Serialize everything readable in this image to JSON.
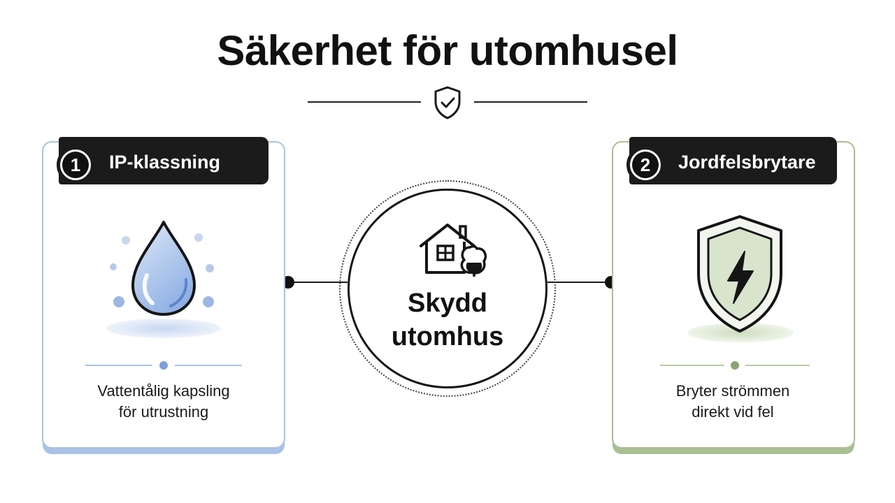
{
  "title": "Säkerhet för utomhusel",
  "center": {
    "line1": "Skydd",
    "line2": "utomhus"
  },
  "cards": [
    {
      "number": "1",
      "label": "IP-klassning",
      "desc_line1": "Vattentålig kapsling",
      "desc_line2": "för utrustning",
      "accent": "#a9c2e6"
    },
    {
      "number": "2",
      "label": "Jordfelsbrytare",
      "desc_line1": "Bryter strömmen",
      "desc_line2": "direkt vid fel",
      "accent": "#a9bf94"
    }
  ],
  "icons": {
    "title": "shield-check-icon",
    "card1": "water-drop-icon",
    "card2": "lightning-shield-icon",
    "center": "house-with-tree-icon"
  }
}
